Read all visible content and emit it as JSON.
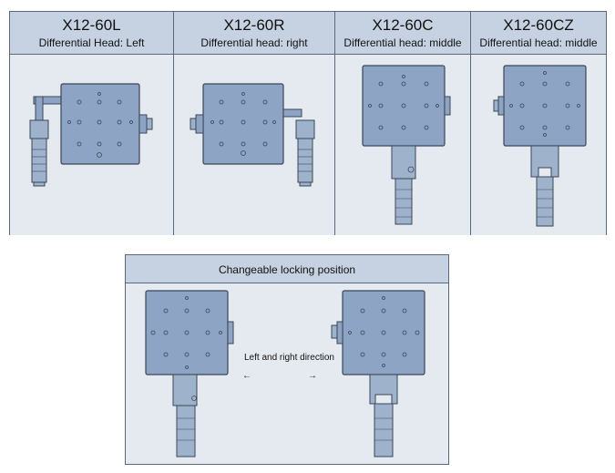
{
  "variants": [
    {
      "model": "X12-60L",
      "subtitle": "Differential Head: Left"
    },
    {
      "model": "X12-60R",
      "subtitle": "Differential head: right"
    },
    {
      "model": "X12-60C",
      "subtitle": "Differential head: middle"
    },
    {
      "model": "X12-60CZ",
      "subtitle": "Differential head: middle"
    }
  ],
  "locking": {
    "title": "Changeable locking position",
    "direction_label": "Left and right direction",
    "arrow_left": "←",
    "arrow_right": "→"
  },
  "colors": {
    "header_fill": "#c6d2e1",
    "panel_fill": "#e5e9f0",
    "stage_fill": "#8ea4c4",
    "stage_stroke": "#3a4656",
    "micrometer_fill": "#9fb2cc"
  }
}
